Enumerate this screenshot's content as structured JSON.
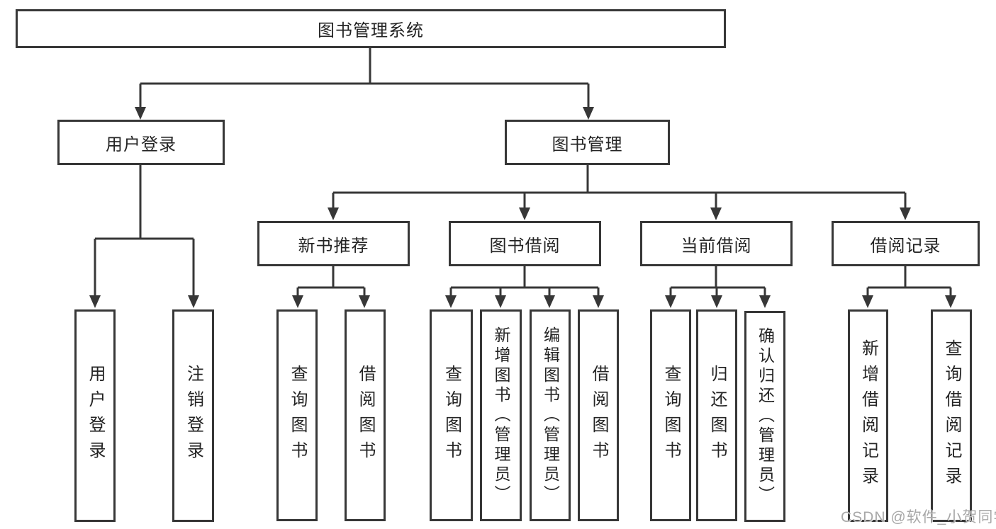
{
  "diagram": {
    "root": {
      "label": "图书管理系统"
    },
    "branches": [
      {
        "label": "用户登录",
        "children": [
          {
            "label": "用户登录"
          },
          {
            "label": "注销登录"
          }
        ]
      },
      {
        "label": "图书管理",
        "children": [
          {
            "label": "新书推荐",
            "children": [
              {
                "label": "查询图书"
              },
              {
                "label": "借阅图书"
              }
            ]
          },
          {
            "label": "图书借阅",
            "children": [
              {
                "label": "查询图书"
              },
              {
                "label": "新增图书（管理员）"
              },
              {
                "label": "编辑图书（管理员）"
              },
              {
                "label": "借阅图书"
              }
            ]
          },
          {
            "label": "当前借阅",
            "children": [
              {
                "label": "查询图书"
              },
              {
                "label": "归还图书"
              },
              {
                "label": "确认归还（管理员）"
              }
            ]
          },
          {
            "label": "借阅记录",
            "children": [
              {
                "label": "新增借阅记录"
              },
              {
                "label": "查询借阅记录"
              }
            ]
          }
        ]
      }
    ]
  },
  "watermark": {
    "text": "CSDN @软件_小贺同学"
  },
  "colors": {
    "line": "#373737",
    "text": "#242424",
    "box_bg": "#ffffff",
    "watermark": "#a8a8a8"
  }
}
